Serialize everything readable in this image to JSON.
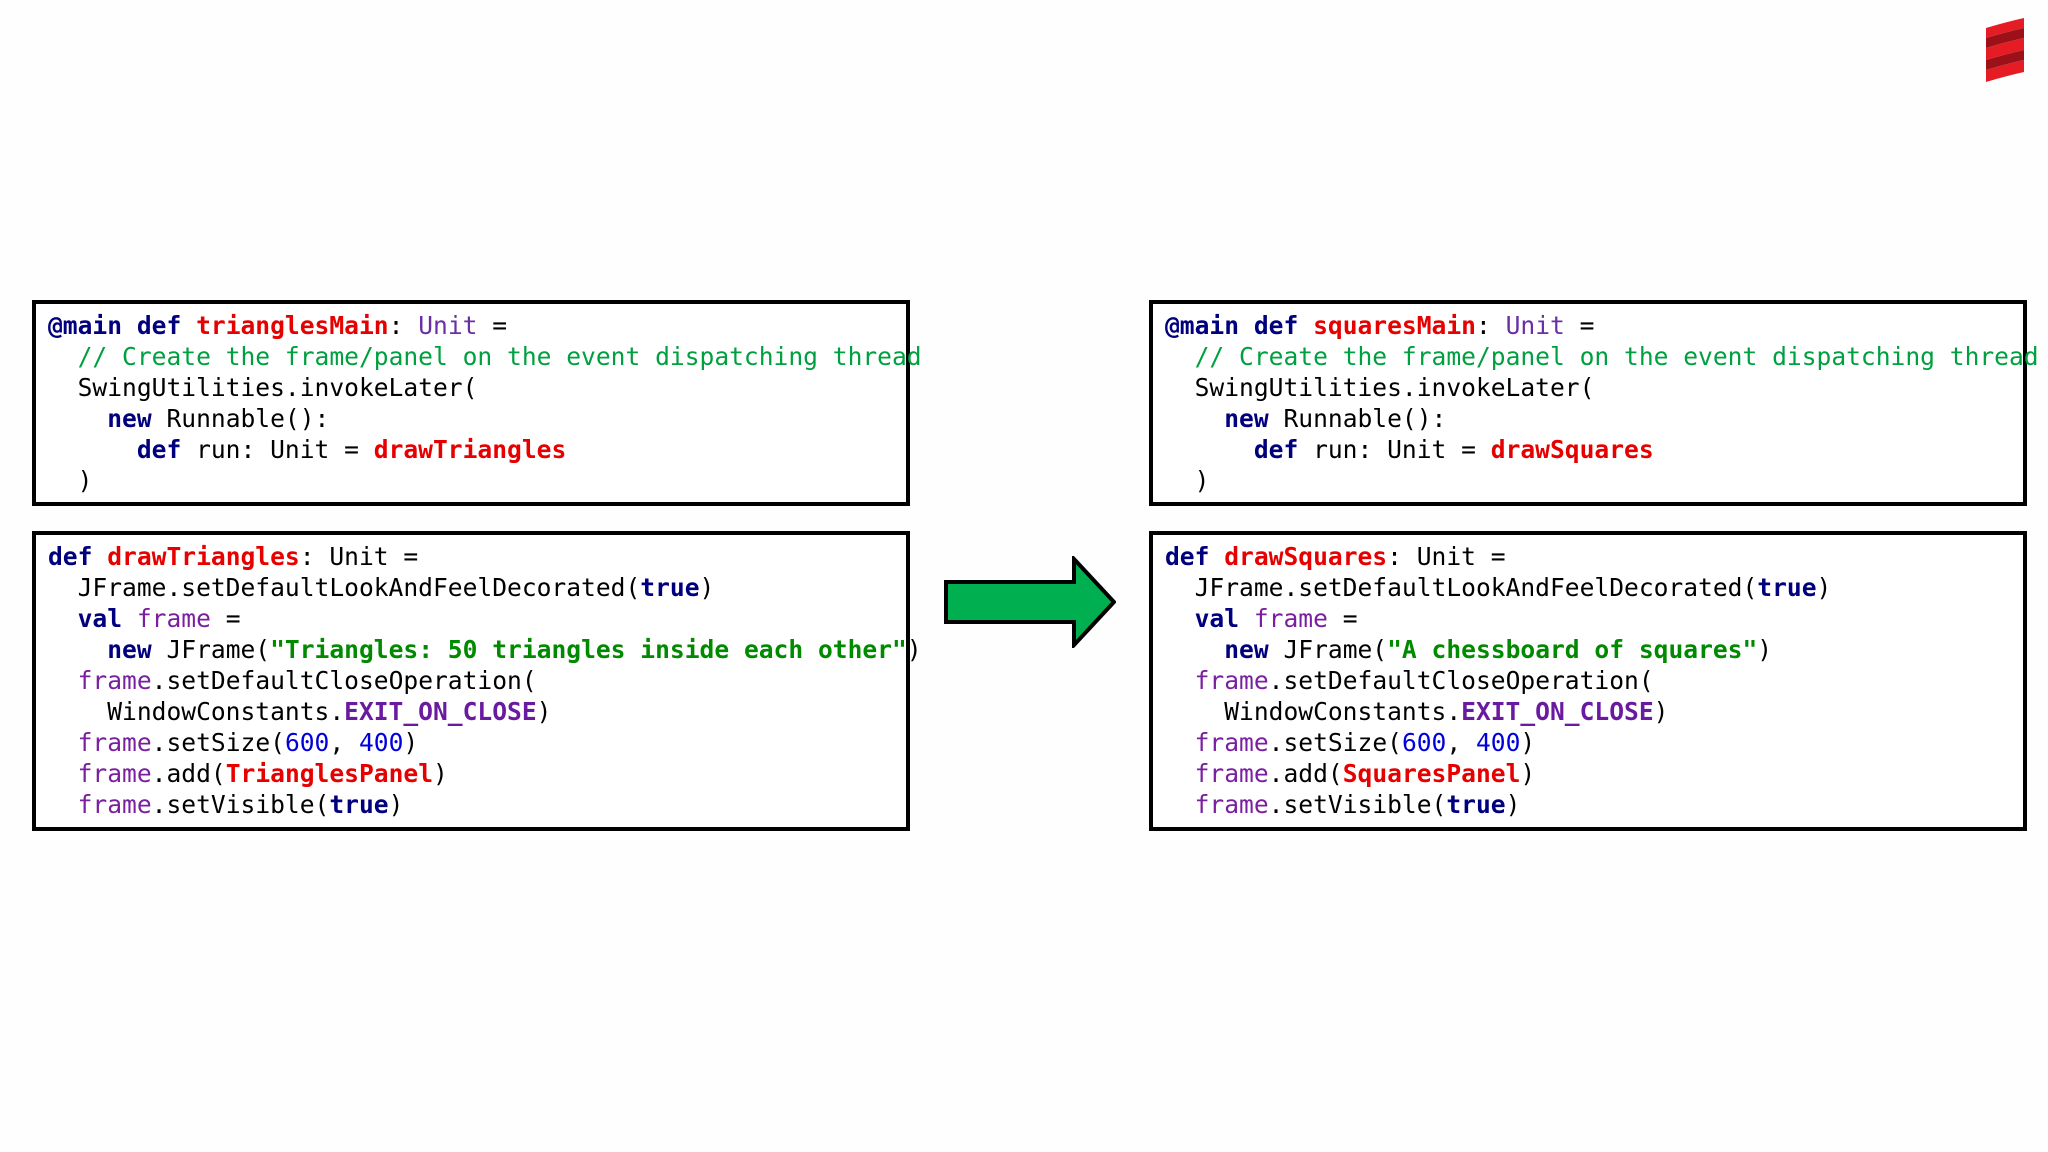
{
  "colors": {
    "keyword": "#00007f",
    "function": "#e60000",
    "type": "#6a2fa5",
    "comment": "#00a040",
    "string": "#008a00",
    "number": "#0000dd",
    "arrow": "#00b050",
    "logo": "#e61c24"
  },
  "icons": {
    "arrow": "right-arrow-icon",
    "logo": "scala-logo-icon"
  },
  "panels": {
    "triangles_main": {
      "lines": [
        [
          [
            "kw",
            "@main def"
          ],
          [
            "pl",
            " "
          ],
          [
            "fn",
            "trianglesMain"
          ],
          [
            "pl",
            ": "
          ],
          [
            "ty",
            "Unit"
          ],
          [
            "pl",
            " ="
          ]
        ],
        [
          [
            "pl",
            "  "
          ],
          [
            "cm",
            "// Create the frame/panel on the event dispatching thread"
          ]
        ],
        [
          [
            "pl",
            "  SwingUtilities.invokeLater("
          ]
        ],
        [
          [
            "pl",
            "    "
          ],
          [
            "kw",
            "new"
          ],
          [
            "pl",
            " Runnable():"
          ]
        ],
        [
          [
            "pl",
            "      "
          ],
          [
            "kw",
            "def"
          ],
          [
            "pl",
            " run: Unit = "
          ],
          [
            "fn",
            "drawTriangles"
          ]
        ],
        [
          [
            "pl",
            "  )"
          ]
        ]
      ]
    },
    "draw_triangles": {
      "lines": [
        [
          [
            "kw",
            "def"
          ],
          [
            "pl",
            " "
          ],
          [
            "fn",
            "drawTriangles"
          ],
          [
            "pl",
            ": Unit ="
          ]
        ],
        [
          [
            "pl",
            "  JFrame.setDefaultLookAndFeelDecorated("
          ],
          [
            "kw",
            "true"
          ],
          [
            "pl",
            ")"
          ]
        ],
        [
          [
            "pl",
            "  "
          ],
          [
            "kw",
            "val"
          ],
          [
            "pl",
            " "
          ],
          [
            "vr",
            "frame"
          ],
          [
            "pl",
            " ="
          ]
        ],
        [
          [
            "pl",
            "    "
          ],
          [
            "kw",
            "new"
          ],
          [
            "pl",
            " JFrame("
          ],
          [
            "st",
            "\"Triangles: 50 triangles inside each other\""
          ],
          [
            "pl",
            ")"
          ]
        ],
        [
          [
            "pl",
            "  "
          ],
          [
            "vr",
            "frame"
          ],
          [
            "pl",
            ".setDefaultCloseOperation("
          ]
        ],
        [
          [
            "pl",
            "    WindowConstants."
          ],
          [
            "cs",
            "EXIT_ON_CLOSE"
          ],
          [
            "pl",
            ")"
          ]
        ],
        [
          [
            "pl",
            "  "
          ],
          [
            "vr",
            "frame"
          ],
          [
            "pl",
            ".setSize("
          ],
          [
            "nm",
            "600"
          ],
          [
            "pl",
            ", "
          ],
          [
            "nm",
            "400"
          ],
          [
            "pl",
            ")"
          ]
        ],
        [
          [
            "pl",
            "  "
          ],
          [
            "vr",
            "frame"
          ],
          [
            "pl",
            ".add("
          ],
          [
            "fn",
            "TrianglesPanel"
          ],
          [
            "pl",
            ")"
          ]
        ],
        [
          [
            "pl",
            "  "
          ],
          [
            "vr",
            "frame"
          ],
          [
            "pl",
            ".setVisible("
          ],
          [
            "kw",
            "true"
          ],
          [
            "pl",
            ")"
          ]
        ]
      ]
    },
    "squares_main": {
      "lines": [
        [
          [
            "kw",
            "@main def"
          ],
          [
            "pl",
            " "
          ],
          [
            "fn",
            "squaresMain"
          ],
          [
            "pl",
            ": "
          ],
          [
            "ty",
            "Unit"
          ],
          [
            "pl",
            " ="
          ]
        ],
        [
          [
            "pl",
            "  "
          ],
          [
            "cm",
            "// Create the frame/panel on the event dispatching thread"
          ]
        ],
        [
          [
            "pl",
            "  SwingUtilities.invokeLater("
          ]
        ],
        [
          [
            "pl",
            "    "
          ],
          [
            "kw",
            "new"
          ],
          [
            "pl",
            " Runnable():"
          ]
        ],
        [
          [
            "pl",
            "      "
          ],
          [
            "kw",
            "def"
          ],
          [
            "pl",
            " run: Unit = "
          ],
          [
            "fn",
            "drawSquares"
          ]
        ],
        [
          [
            "pl",
            "  )"
          ]
        ]
      ]
    },
    "draw_squares": {
      "lines": [
        [
          [
            "kw",
            "def"
          ],
          [
            "pl",
            " "
          ],
          [
            "fn",
            "drawSquares"
          ],
          [
            "pl",
            ": Unit ="
          ]
        ],
        [
          [
            "pl",
            "  JFrame.setDefaultLookAndFeelDecorated("
          ],
          [
            "kw",
            "true"
          ],
          [
            "pl",
            ")"
          ]
        ],
        [
          [
            "pl",
            "  "
          ],
          [
            "kw",
            "val"
          ],
          [
            "pl",
            " "
          ],
          [
            "vr",
            "frame"
          ],
          [
            "pl",
            " ="
          ]
        ],
        [
          [
            "pl",
            "    "
          ],
          [
            "kw",
            "new"
          ],
          [
            "pl",
            " JFrame("
          ],
          [
            "st",
            "\"A chessboard of squares\""
          ],
          [
            "pl",
            ")"
          ]
        ],
        [
          [
            "pl",
            "  "
          ],
          [
            "vr",
            "frame"
          ],
          [
            "pl",
            ".setDefaultCloseOperation("
          ]
        ],
        [
          [
            "pl",
            "    WindowConstants."
          ],
          [
            "cs",
            "EXIT_ON_CLOSE"
          ],
          [
            "pl",
            ")"
          ]
        ],
        [
          [
            "pl",
            "  "
          ],
          [
            "vr",
            "frame"
          ],
          [
            "pl",
            ".setSize("
          ],
          [
            "nm",
            "600"
          ],
          [
            "pl",
            ", "
          ],
          [
            "nm",
            "400"
          ],
          [
            "pl",
            ")"
          ]
        ],
        [
          [
            "pl",
            "  "
          ],
          [
            "vr",
            "frame"
          ],
          [
            "pl",
            ".add("
          ],
          [
            "fn",
            "SquaresPanel"
          ],
          [
            "pl",
            ")"
          ]
        ],
        [
          [
            "pl",
            "  "
          ],
          [
            "vr",
            "frame"
          ],
          [
            "pl",
            ".setVisible("
          ],
          [
            "kw",
            "true"
          ],
          [
            "pl",
            ")"
          ]
        ]
      ]
    }
  }
}
